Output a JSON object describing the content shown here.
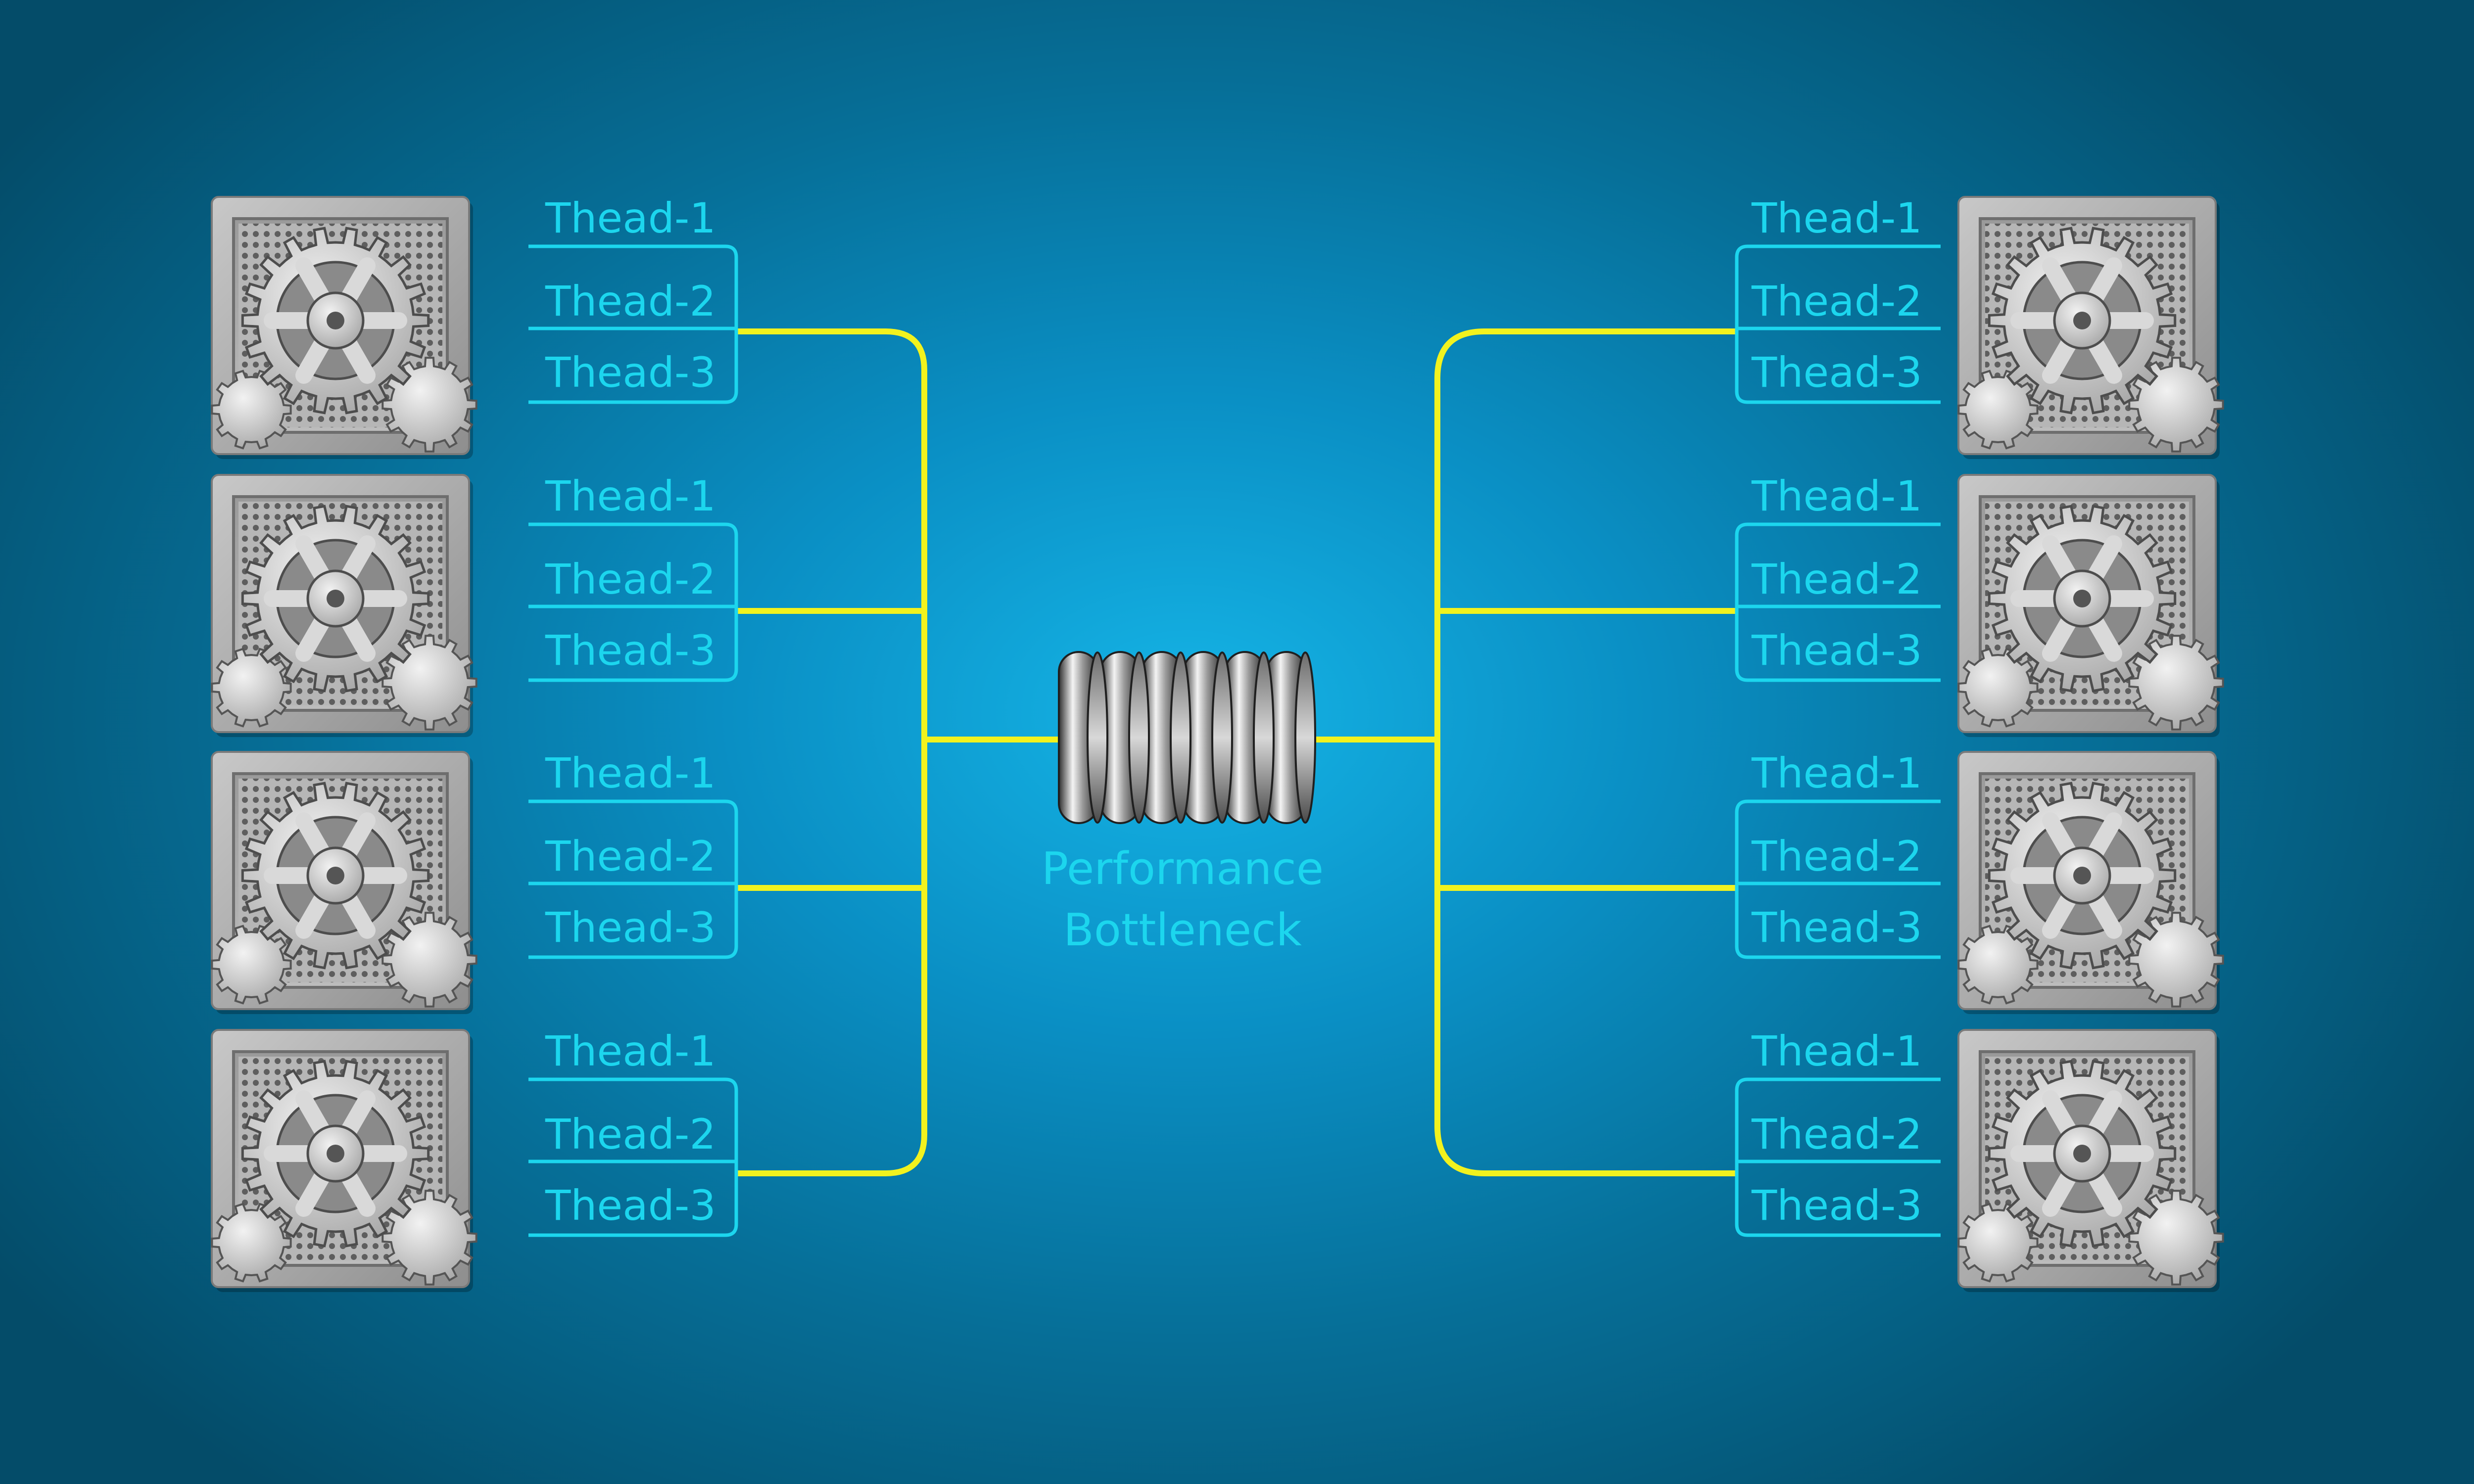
{
  "colors": {
    "background_center": "#15b4e6",
    "background_edge": "#044c69",
    "connector": "#f2f21e",
    "thread_outline": "#1cd6ee",
    "thread_text": "#1cd6ee",
    "server_panel": "#a4a4a4"
  },
  "icons": {
    "server": "gear-server-icon",
    "bottleneck": "stacked-disks-icon"
  },
  "bottleneck": {
    "line1": "Performance",
    "line2": "Bottleneck"
  },
  "servers": [
    {
      "side": "left",
      "threads": [
        "Thead-1",
        "Thead-2",
        "Thead-3"
      ]
    },
    {
      "side": "left",
      "threads": [
        "Thead-1",
        "Thead-2",
        "Thead-3"
      ]
    },
    {
      "side": "left",
      "threads": [
        "Thead-1",
        "Thead-2",
        "Thead-3"
      ]
    },
    {
      "side": "left",
      "threads": [
        "Thead-1",
        "Thead-2",
        "Thead-3"
      ]
    },
    {
      "side": "right",
      "threads": [
        "Thead-1",
        "Thead-2",
        "Thead-3"
      ]
    },
    {
      "side": "right",
      "threads": [
        "Thead-1",
        "Thead-2",
        "Thead-3"
      ]
    },
    {
      "side": "right",
      "threads": [
        "Thead-1",
        "Thead-2",
        "Thead-3"
      ]
    },
    {
      "side": "right",
      "threads": [
        "Thead-1",
        "Thead-2",
        "Thead-3"
      ]
    }
  ]
}
